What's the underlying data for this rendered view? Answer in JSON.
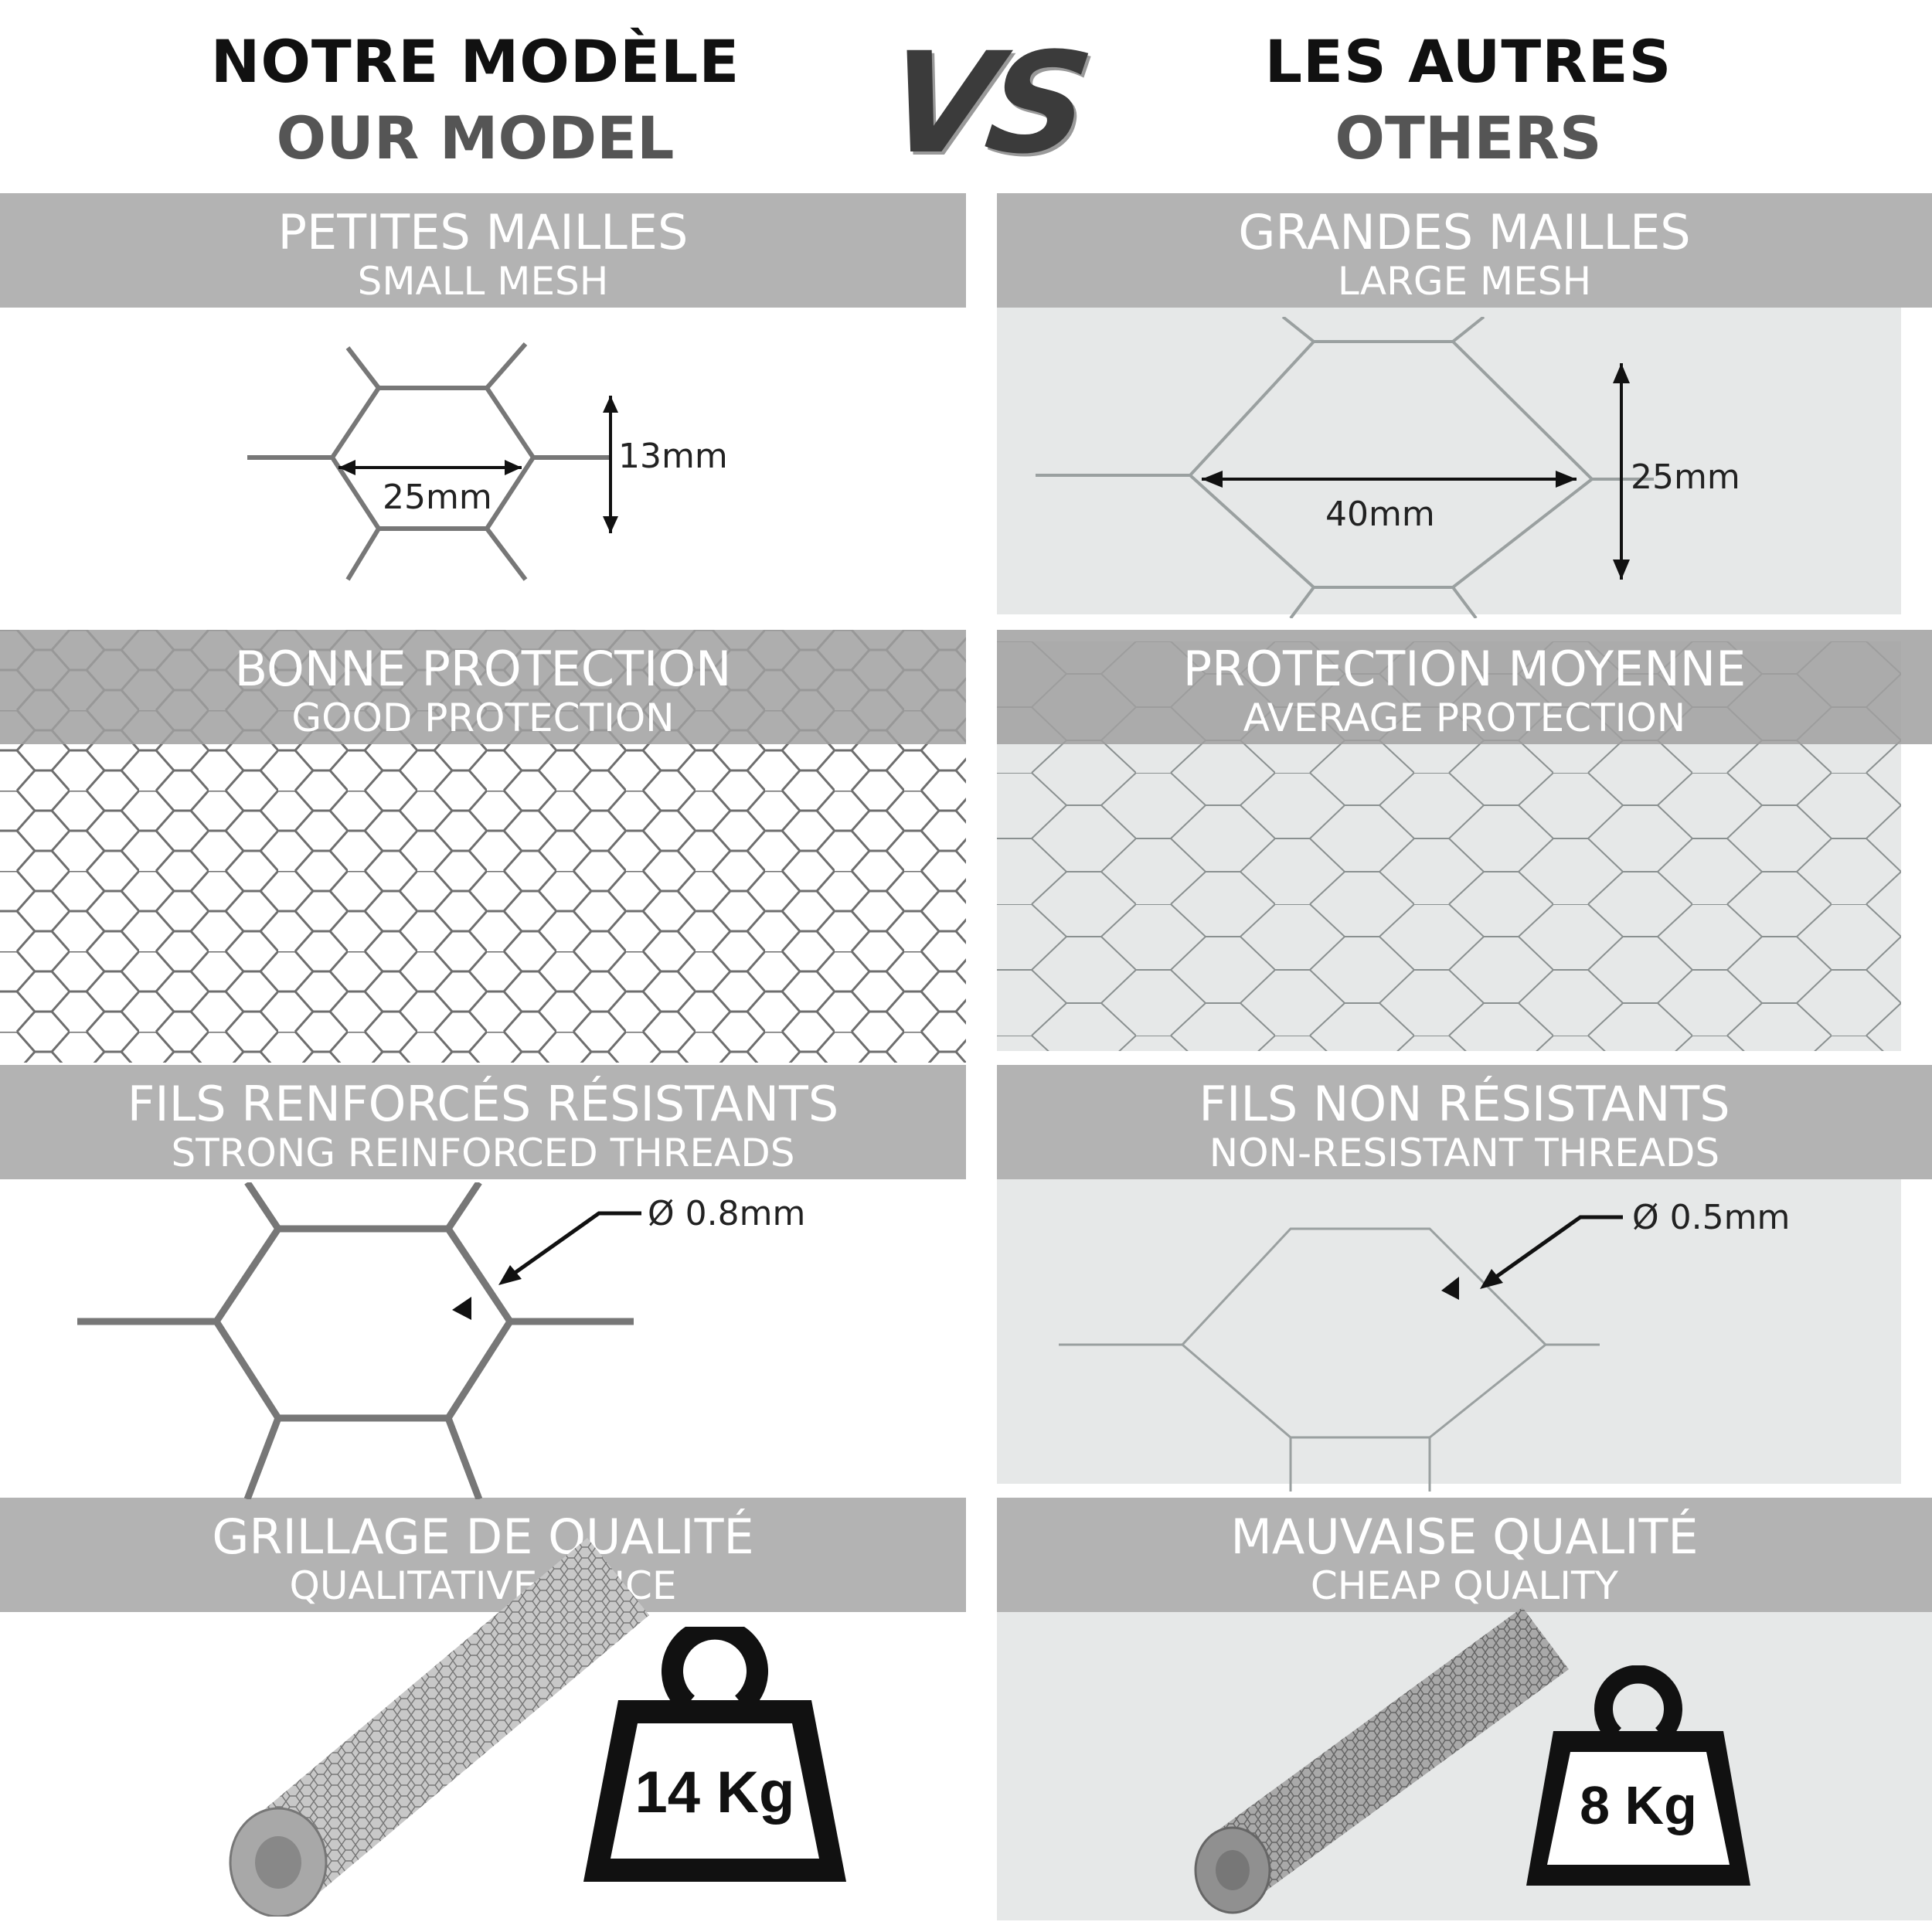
{
  "header": {
    "left_fr": "NOTRE MODÈLE",
    "left_en": "OUR MODEL",
    "vs": "VS",
    "right_fr": "LES AUTRES",
    "right_en": "OTHERS"
  },
  "rows": [
    {
      "left_fr": "PETITES MAILLES",
      "left_en": "SMALL MESH",
      "right_fr": "GRANDES MAILLES",
      "right_en": "LARGE MESH"
    },
    {
      "left_fr": "BONNE PROTECTION",
      "left_en": "GOOD PROTECTION",
      "right_fr": "PROTECTION MOYENNE",
      "right_en": "AVERAGE PROTECTION"
    },
    {
      "left_fr": "FILS RENFORCÉS RÉSISTANTS",
      "left_en": "STRONG REINFORCED THREADS",
      "right_fr": "FILS NON RÉSISTANTS",
      "right_en": "NON-RESISTANT THREADS"
    },
    {
      "left_fr": "GRILLAGE DE QUALITÉ",
      "left_en": "QUALITATIVE FENCE",
      "right_fr": "MAUVAISE QUALITÉ",
      "right_en": "CHEAP QUALITY"
    }
  ],
  "measurements": {
    "left_height": "13mm",
    "left_width": "25mm",
    "right_height": "25mm",
    "right_width": "40mm",
    "left_diameter": "Ø 0.8mm",
    "right_diameter": "Ø 0.5mm"
  },
  "weights": {
    "left": "14 Kg",
    "right": "8 Kg"
  },
  "colors": {
    "band": "#b3b3b3",
    "right_panel": "#e6e8e8",
    "wire": "#6e6e6e"
  },
  "icons": [
    "weight-icon",
    "wire-roll-icon",
    "hexagon-mesh-icon",
    "arrow-icon"
  ]
}
